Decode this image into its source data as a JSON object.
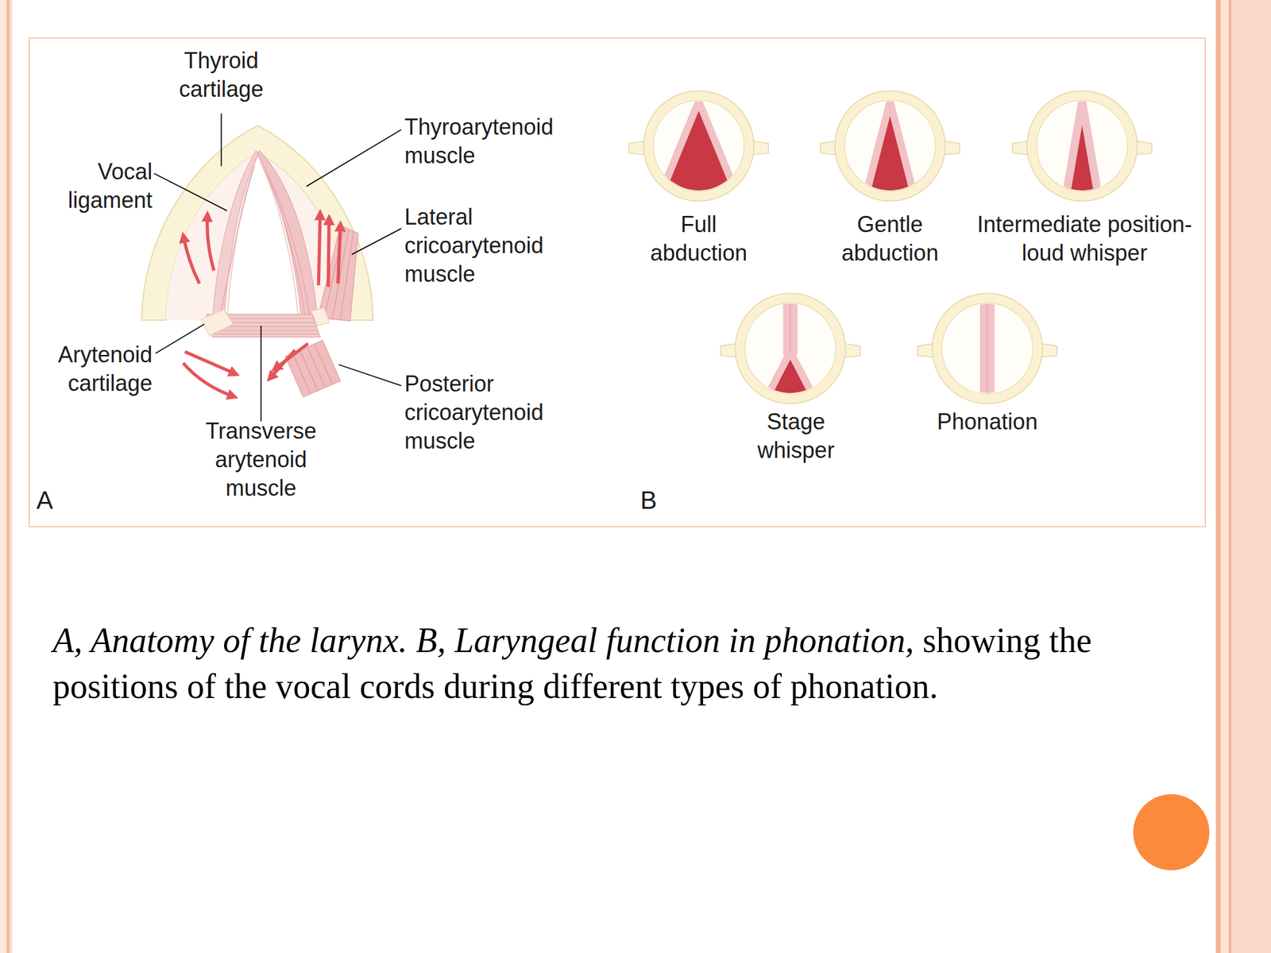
{
  "diagram": {
    "labels": [
      "Thyroid cartilage",
      "Vocal ligament",
      "Thyroarytenoid muscle",
      "Lateral cricoarytenoid muscle",
      "Arytenoid cartilage",
      "Posterior cricoarytenoid muscle",
      "Transverse arytenoid muscle",
      "A",
      "Full abduction",
      "Gentle abduction",
      "Intermediate position- loud whisper",
      "Stage whisper",
      "Phonation",
      "B",
      "A, Anatomy of the larynx. B, Laryngeal function in phonation,",
      "showing the positions of the vocal cords during different types of phonation."
    ]
  }
}
